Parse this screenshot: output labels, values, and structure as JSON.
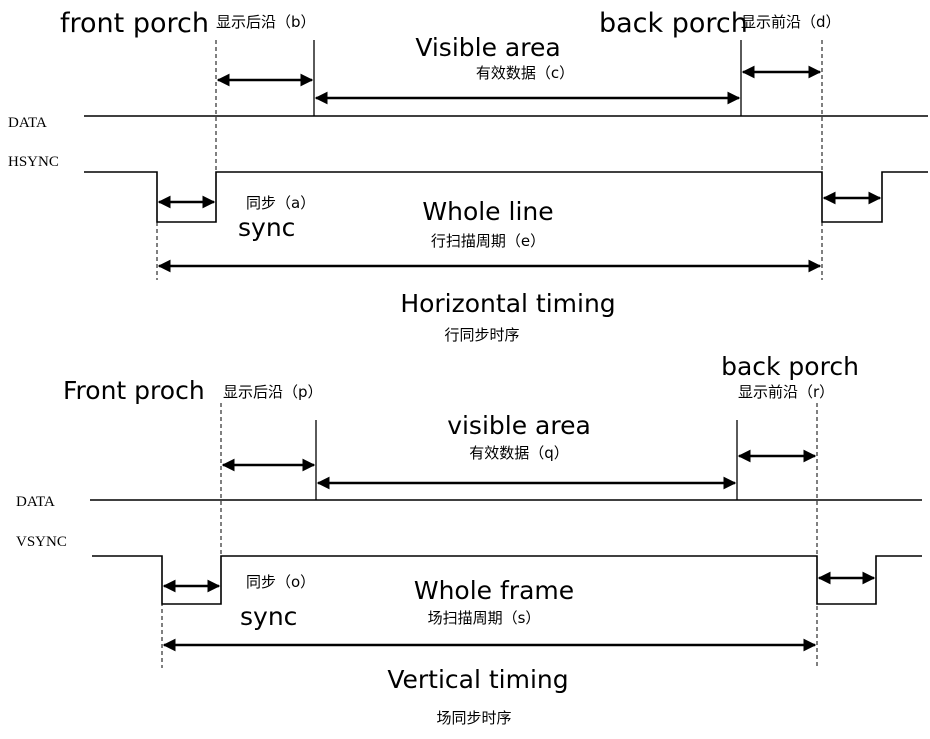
{
  "horizontal": {
    "front_porch_label": "front porch",
    "front_porch_cn": "显示后沿（b）",
    "visible_area_label": "Visible area",
    "visible_area_cn": "有效数据（c）",
    "back_porch_label": "back porch",
    "back_porch_cn": "显示前沿（d）",
    "data_signal": "DATA",
    "sync_signal": "HSYNC",
    "sync_cn": "同步（a）",
    "sync_label": "sync",
    "whole_label": "Whole line",
    "whole_cn": "行扫描周期（e）",
    "title": "Horizontal timing",
    "title_cn": "行同步时序"
  },
  "vertical": {
    "front_porch_label": "Front proch",
    "front_porch_cn": "显示后沿（p）",
    "visible_area_label": "visible area",
    "visible_area_cn": "有效数据（q）",
    "back_porch_label": "back porch",
    "back_porch_cn": "显示前沿（r）",
    "data_signal": "DATA",
    "sync_signal": "VSYNC",
    "sync_cn": "同步（o）",
    "sync_label": "sync",
    "whole_label": "Whole frame",
    "whole_cn": "场扫描周期（s）",
    "title": "Vertical timing",
    "title_cn": "场同步时序"
  }
}
